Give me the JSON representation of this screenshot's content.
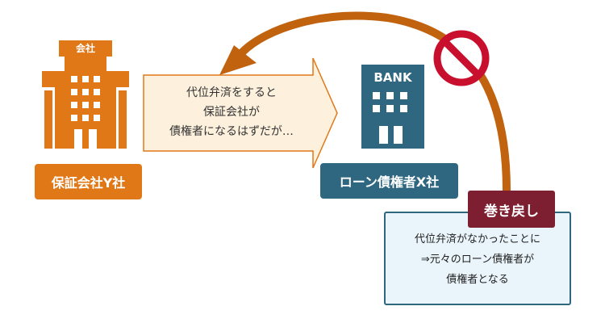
{
  "guarantor": {
    "building_sign": "会社",
    "label": "保証会社Y社"
  },
  "creditor": {
    "building_sign": "BANK",
    "label": "ローン債権者X社"
  },
  "subrogation_arrow": {
    "lines": [
      "代位弁済をすると",
      "保証会社が",
      "債権者になるはずだが…"
    ]
  },
  "rollback": {
    "badge": "巻き戻し",
    "lines": [
      "代位弁済がなかったことに",
      "⇒元々のローン債権者が",
      "債権者となる"
    ]
  },
  "icons": {
    "prohibition": "prohibition-icon",
    "return_arrow": "curved-return-arrow"
  },
  "colors": {
    "orange": "#e07818",
    "teal": "#2f6680",
    "arrow_brown": "#c0620e",
    "prohibit_red": "#c8102e",
    "badge_maroon": "#7d1f30",
    "arrow_fill": "#fdf0dc",
    "note_bg": "#e9f5fb"
  }
}
